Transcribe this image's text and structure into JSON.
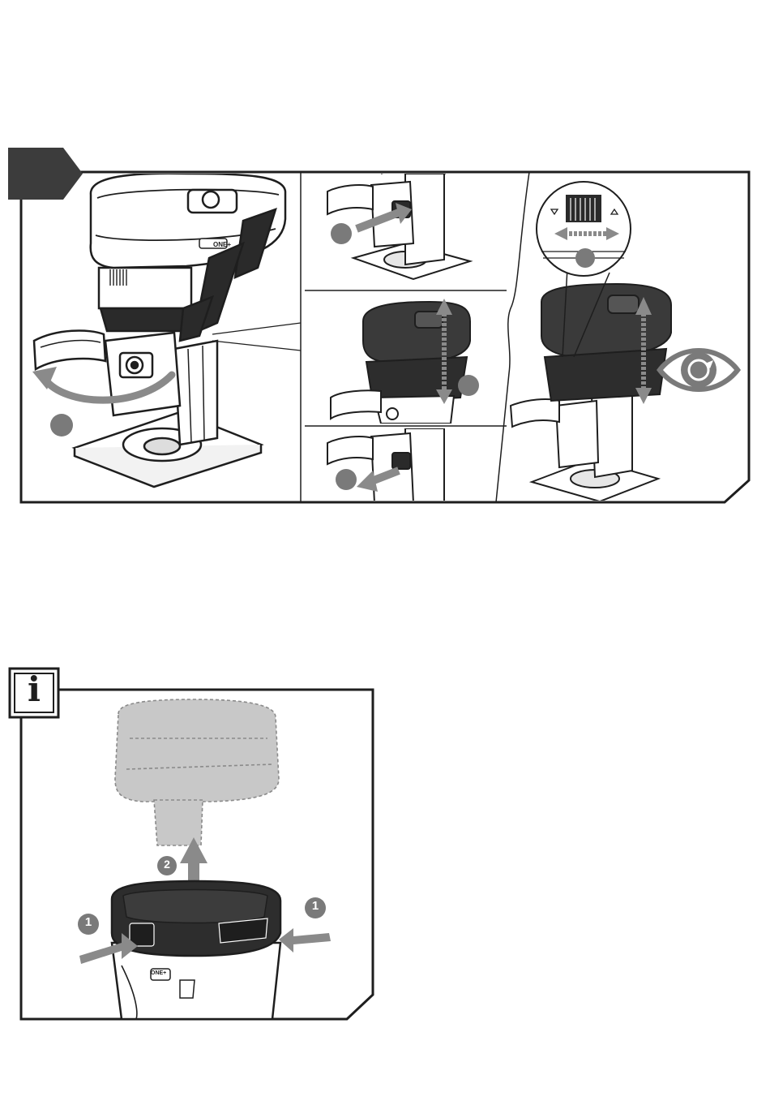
{
  "figure_top": {
    "step_tab": {
      "label": ""
    },
    "callouts": [
      {
        "id": "main-lever",
        "label": ""
      },
      {
        "id": "panel-a",
        "label": ""
      },
      {
        "id": "panel-b",
        "label": ""
      },
      {
        "id": "panel-c",
        "label": ""
      },
      {
        "id": "detail-knob",
        "label": ""
      }
    ],
    "inspect_icon": "eye-icon",
    "brand_mark": "ONE+",
    "colors": {
      "ink": "#1e1e1e",
      "tab": "#3c3c3c",
      "arrow": "#8a8a8a",
      "callout": "#7a7a7a"
    }
  },
  "figure_bottom": {
    "info_icon": {
      "label": "i"
    },
    "callouts": [
      {
        "id": "press-left",
        "label": "1"
      },
      {
        "id": "press-right",
        "label": "1"
      },
      {
        "id": "lift-up",
        "label": "2"
      }
    ],
    "brand_mark": "ONE+",
    "colors": {
      "ink": "#1e1e1e",
      "ghost": "#c8c8c8",
      "arrow": "#8a8a8a",
      "callout": "#7a7a7a"
    }
  }
}
